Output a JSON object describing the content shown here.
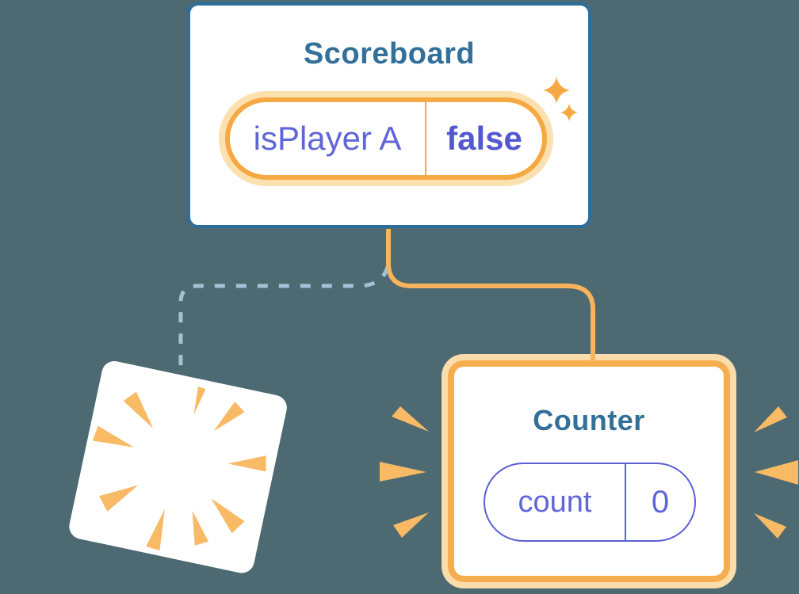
{
  "canvas": {
    "background": "#4d6972"
  },
  "colors": {
    "canvas-bg": "#4d6972",
    "card-blue-border": "#2c6e9b",
    "heading-blue": "#337099",
    "orange": "#f6a842",
    "orange-halo": "#fbe0b0",
    "orange-connector": "#f7b45c",
    "orange-burst": "#f8ba64",
    "counter-border": "#f6ad4e",
    "counter-halo": "#fbddab",
    "purple": "#6066d8",
    "purple-bold": "#5458d0",
    "purple-border": "#5b5fd6",
    "dashed-blue": "#a4c2d6"
  },
  "scoreboard": {
    "title": "Scoreboard",
    "state": {
      "name": "isPlayer A",
      "value": "false"
    }
  },
  "counter": {
    "title": "Counter",
    "state": {
      "name": "count",
      "value": "0"
    }
  },
  "icons": {
    "sparkles": "sparkles-icon",
    "poof": "poof-burst-icon",
    "emphasis_left": "emphasis-burst-left-icon",
    "emphasis_right": "emphasis-burst-right-icon",
    "connector_solid": "connector-solid-line",
    "connector_dashed": "connector-dashed-line"
  }
}
